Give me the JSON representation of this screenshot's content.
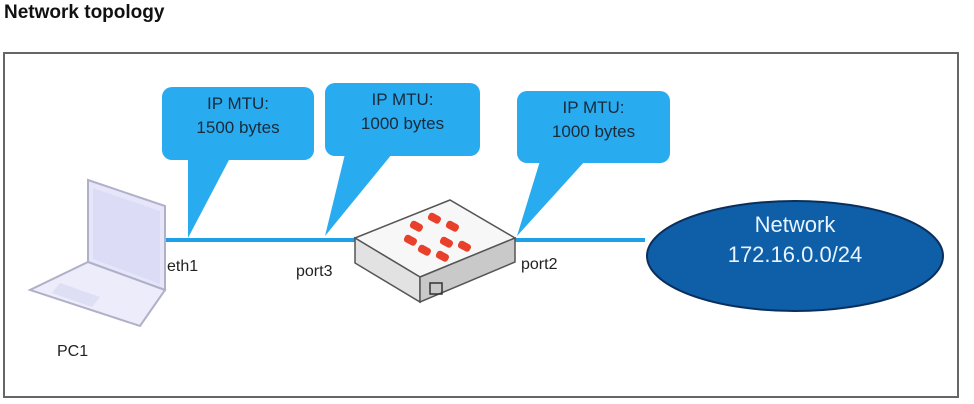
{
  "title": "Network topology",
  "bubbles": [
    {
      "line1": "IP MTU:",
      "line2": "1500 bytes"
    },
    {
      "line1": "IP MTU:",
      "line2": "1000 bytes"
    },
    {
      "line1": "IP MTU:",
      "line2": "1000 bytes"
    }
  ],
  "devices": {
    "pc": {
      "label": "PC1",
      "interface": "eth1",
      "icon": "laptop-icon"
    },
    "firewall": {
      "icon": "fortinet-firewall-icon",
      "ports": [
        "port3",
        "port2"
      ]
    },
    "network": {
      "line1": "Network",
      "line2": "172.16.0.0/24"
    }
  },
  "colors": {
    "bubble": "#29abf0",
    "link": "#1ea0e6",
    "network_fill": "#0e5ea8",
    "network_border": "#0a2f5c",
    "fortinet_red": "#e8402a"
  }
}
